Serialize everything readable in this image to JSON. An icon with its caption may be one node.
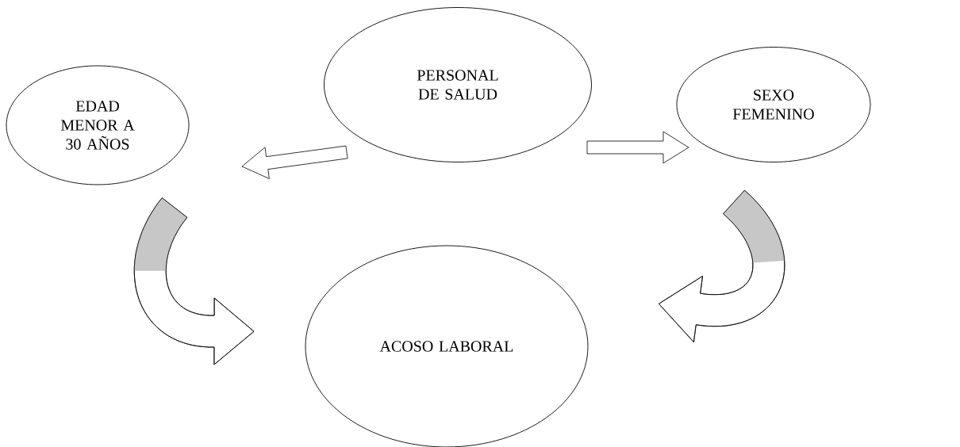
{
  "diagram": {
    "nodes": [
      {
        "text": [
          "PERSONAL DE SALUD"
        ]
      },
      {
        "text": [
          "EDAD MENOR A 30 AÑOS"
        ]
      },
      {
        "text": [
          "SEXO FEMENINO"
        ]
      },
      {
        "text": [
          "ACOSO LABORAL"
        ]
      }
    ],
    "edges": [
      {
        "from": 0,
        "to": 1,
        "arrow": "to"
      },
      {
        "from": 0,
        "to": 2,
        "arrow": "to"
      },
      {
        "from": 1,
        "to": 3,
        "arrow": "to"
      },
      {
        "from": 2,
        "to": 3,
        "arrow": "to"
      }
    ]
  }
}
